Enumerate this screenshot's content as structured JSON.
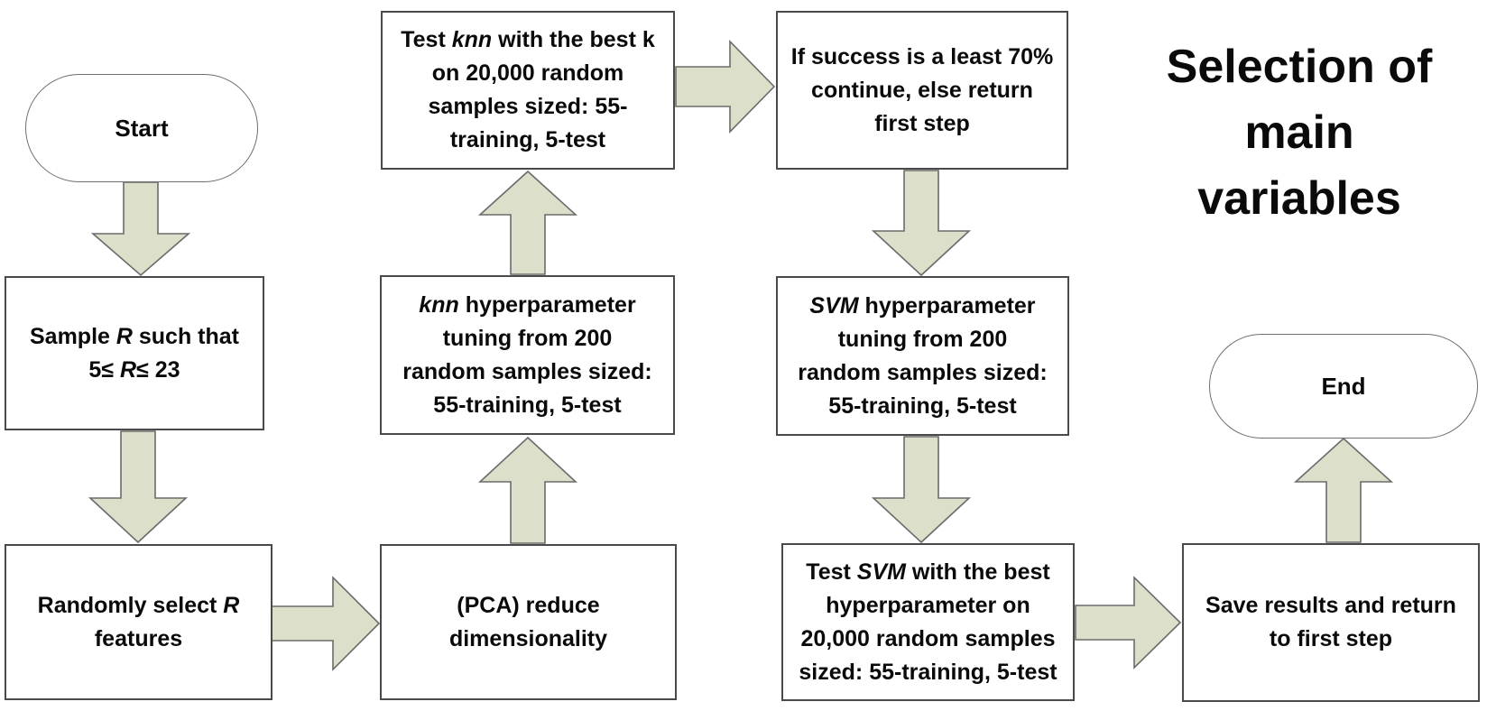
{
  "colors": {
    "arrow_fill": "#dce0cb",
    "arrow_stroke": "#6b6b6b",
    "box_border": "#4a4a4a",
    "box_fill": "#ffffff",
    "text_color": "#0a0a0a"
  },
  "title": {
    "lines": [
      [
        {
          "t": "Selection of"
        }
      ],
      [
        {
          "t": "main"
        }
      ],
      [
        {
          "t": "variables"
        }
      ]
    ]
  },
  "nodes": {
    "start": {
      "label": "Start"
    },
    "end": {
      "label": "End"
    },
    "sample": {
      "lines": [
        [
          {
            "t": "Sample "
          },
          {
            "t": "R",
            "i": true
          },
          {
            "t": " such that"
          }
        ],
        [
          {
            "t": "5≤ "
          },
          {
            "t": "R",
            "i": true
          },
          {
            "t": "≤ 23"
          }
        ]
      ]
    },
    "randomly": {
      "lines": [
        [
          {
            "t": "Randomly select "
          },
          {
            "t": "R",
            "i": true
          }
        ],
        [
          {
            "t": "features"
          }
        ]
      ]
    },
    "pca": {
      "lines": [
        [
          {
            "t": "(PCA) reduce"
          }
        ],
        [
          {
            "t": "dimensionality"
          }
        ]
      ]
    },
    "knn_tuning": {
      "lines": [
        [
          {
            "t": "knn",
            "i": true
          },
          {
            "t": " hyperparameter"
          }
        ],
        [
          {
            "t": "tuning from 200"
          }
        ],
        [
          {
            "t": "random samples sized:"
          }
        ],
        [
          {
            "t": "55-training, 5-test"
          }
        ]
      ]
    },
    "test_knn": {
      "lines": [
        [
          {
            "t": "Test "
          },
          {
            "t": "knn",
            "i": true
          },
          {
            "t": " with the best k"
          }
        ],
        [
          {
            "t": "on 20,000 random"
          }
        ],
        [
          {
            "t": "samples sized: 55-"
          }
        ],
        [
          {
            "t": "training, 5-test"
          }
        ]
      ]
    },
    "if_success": {
      "lines": [
        [
          {
            "t": "If success is a least 70%"
          }
        ],
        [
          {
            "t": "continue, else return"
          }
        ],
        [
          {
            "t": "first step"
          }
        ]
      ]
    },
    "svm_tuning": {
      "lines": [
        [
          {
            "t": "SVM",
            "i": true
          },
          {
            "t": " hyperparameter"
          }
        ],
        [
          {
            "t": "tuning from 200"
          }
        ],
        [
          {
            "t": "random samples sized:"
          }
        ],
        [
          {
            "t": "55-training, 5-test"
          }
        ]
      ]
    },
    "test_svm": {
      "lines": [
        [
          {
            "t": "Test "
          },
          {
            "t": "SVM",
            "i": true
          },
          {
            "t": " with the best"
          }
        ],
        [
          {
            "t": "hyperparameter on"
          }
        ],
        [
          {
            "t": "20,000 random samples"
          }
        ],
        [
          {
            "t": "sized: 55-training, 5-test"
          }
        ]
      ]
    },
    "save": {
      "lines": [
        [
          {
            "t": "Save results and return"
          }
        ],
        [
          {
            "t": "to first step"
          }
        ]
      ]
    }
  },
  "connections": [
    {
      "from": "start",
      "to": "sample",
      "direction": "down"
    },
    {
      "from": "sample",
      "to": "randomly",
      "direction": "down"
    },
    {
      "from": "randomly",
      "to": "pca",
      "direction": "right"
    },
    {
      "from": "pca",
      "to": "knn_tuning",
      "direction": "up"
    },
    {
      "from": "knn_tuning",
      "to": "test_knn",
      "direction": "up"
    },
    {
      "from": "test_knn",
      "to": "if_success",
      "direction": "right"
    },
    {
      "from": "if_success",
      "to": "svm_tuning",
      "direction": "down"
    },
    {
      "from": "svm_tuning",
      "to": "test_svm",
      "direction": "down"
    },
    {
      "from": "test_svm",
      "to": "save",
      "direction": "right"
    },
    {
      "from": "save",
      "to": "end",
      "direction": "up"
    }
  ]
}
